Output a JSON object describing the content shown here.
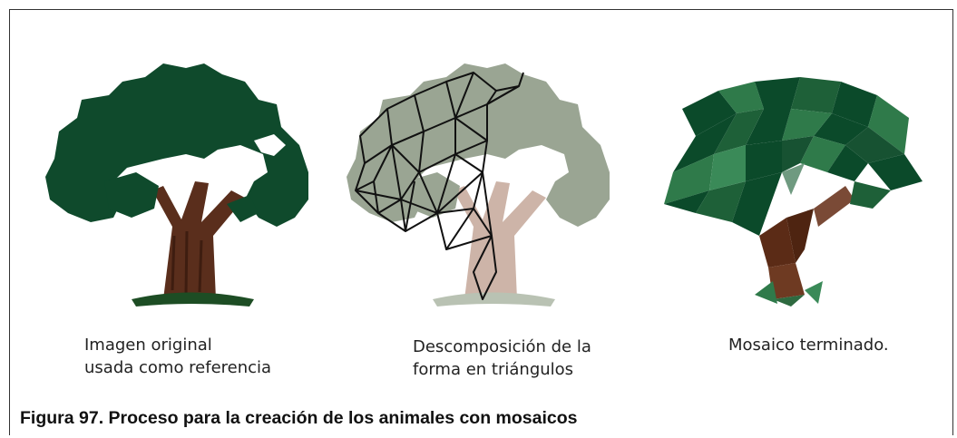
{
  "panels": [
    {
      "id": "original",
      "caption_lines": [
        "Imagen original",
        "usada como referencia"
      ]
    },
    {
      "id": "triangles",
      "caption_lines": [
        "Descomposición de la",
        "forma en triángulos"
      ]
    },
    {
      "id": "mosaic",
      "caption_lines": [
        "Mosaico terminado."
      ]
    }
  ],
  "figure_caption": "Figura 97.  Proceso para la creación de los animales con mosaicos",
  "colors": {
    "foliage": "#0f4a2c",
    "trunk": "#5a2e1c",
    "foliage_faded": "#9aa593",
    "trunk_faded": "#cdb4a8",
    "mesh_line": "#111111",
    "mosaic_dark": "#0b4a2a",
    "mosaic_light": "#2f7a4a",
    "mosaic_trunk": "#5b2b16"
  }
}
